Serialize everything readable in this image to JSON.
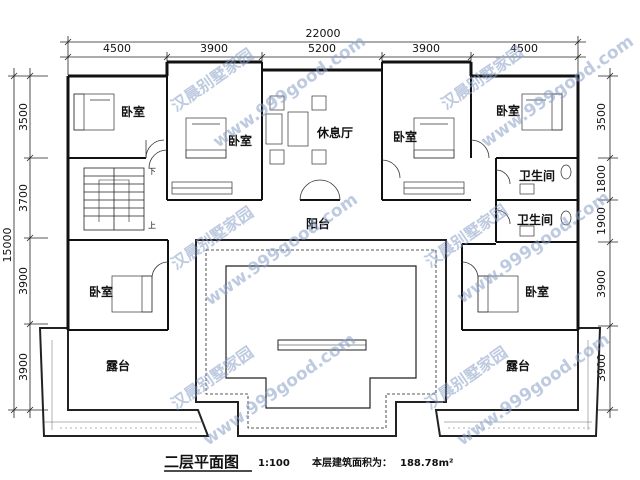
{
  "dimensions": {
    "top_total": "22000",
    "top": [
      "4500",
      "3900",
      "5200",
      "3900",
      "4500"
    ],
    "left_total": "15000",
    "left": [
      "3500",
      "3700",
      "3900",
      "3900"
    ],
    "right": [
      "3500",
      "1800",
      "1900",
      "3900",
      "3900"
    ]
  },
  "rooms": {
    "bedroom": "卧室",
    "lounge": "休息厅",
    "balcony": "阳台",
    "bathroom": "卫生间",
    "terrace": "露台"
  },
  "stair": {
    "down": "下",
    "up": "上"
  },
  "footer": {
    "title": "二层平面图",
    "scale": "1:100",
    "area_label": "本层建筑面积为：",
    "area_value": "188.78m²"
  },
  "watermark": {
    "name": "汉晨别墅家园",
    "url": "www.999good.com"
  }
}
